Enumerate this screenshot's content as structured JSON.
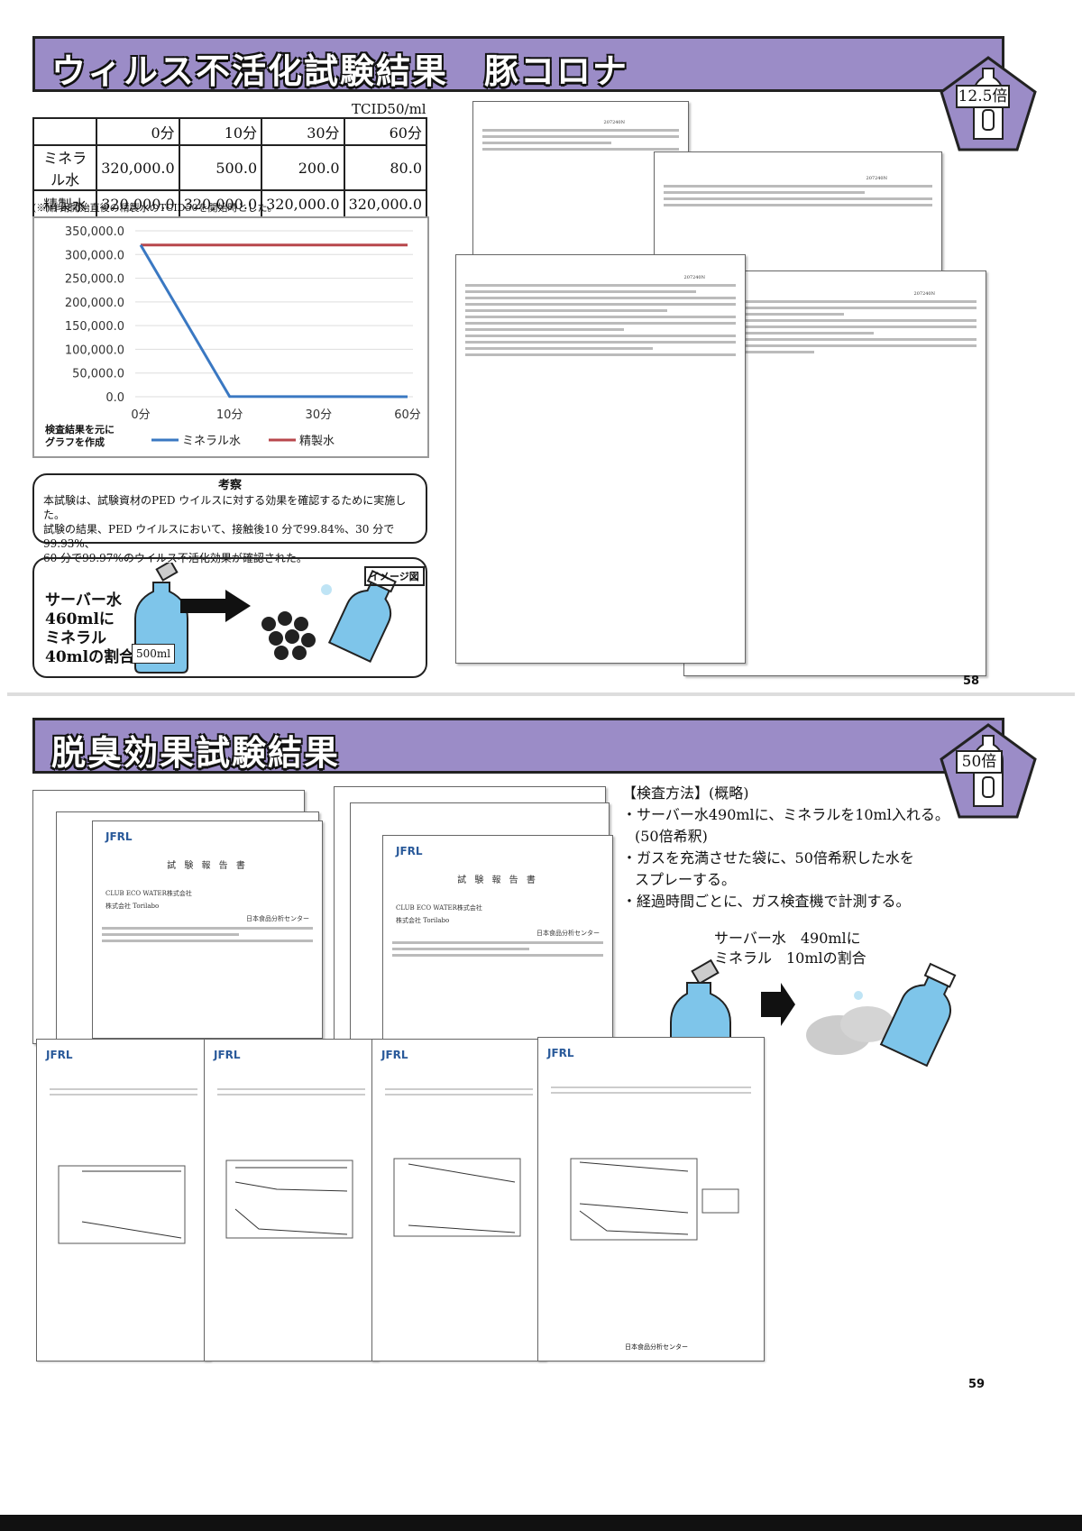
{
  "top": {
    "banner_title": "ウィルス不活化試験結果　豚コロナ",
    "ratio": "12.5倍",
    "unit_label": "TCID50/ml",
    "table": {
      "columns": [
        "",
        "0分",
        "10分",
        "30分",
        "60分"
      ],
      "rows": [
        {
          "label": "ミネラル水",
          "values": [
            "320,000.0",
            "500.0",
            "200.0",
            "80.0"
          ]
        },
        {
          "label": "精製水",
          "values": [
            "320,000.0",
            "320,000.0",
            "320,000.0",
            "320,000.0"
          ]
        }
      ]
    },
    "note": "(※)作用開始直後の精製水のTCID50を開始時とした。",
    "chart_caption_1": "検査結果を元に",
    "chart_caption_2": "グラフを作成",
    "consider_title": "考察",
    "consider_text_1": "本試験は、試験資材のPED ウイルスに対する効果を確認するために実施した。",
    "consider_text_2": "試験の結果、PED ウイルスにおいて、接触後10 分で99.84%、30 分で99.93%、",
    "consider_text_3": "60 分で99.97%のウイルス不活化効果が確認された。",
    "illus_text_1": "サーバー水",
    "illus_text_2": "460mlに",
    "illus_text_3": "ミネラル",
    "illus_text_4": "40mlの割合",
    "bottle_label": "500ml",
    "image_label": "イメージ図",
    "doc_code": "207240N",
    "page_number": "58"
  },
  "bottom": {
    "banner_title": "脱臭効果試験結果",
    "ratio": "50倍",
    "method_title": "【検査方法】(概略)",
    "method_1": "・サーバー水490mlに、ミネラルを10ml入れる。",
    "method_1b": "(50倍希釈)",
    "method_2": "・ガスを充満させた袋に、50倍希釈した水を",
    "method_2b": "スプレーする。",
    "method_3": "・経過時間ごとに、ガス検査機で計測する。",
    "ratio_text_1": "サーバー水　490mlに",
    "ratio_text_2": "ミネラル　10mlの割合",
    "report_logo": "JFRL",
    "report_title": "試 験 報 告 書",
    "report_client": "CLUB ECO WATER株式会社",
    "report_client2": "株式会社 Torilabo",
    "report_center": "日本食品分析センター",
    "page_number": "59"
  },
  "chart_data": {
    "type": "line",
    "categories": [
      "0分",
      "10分",
      "30分",
      "60分"
    ],
    "series": [
      {
        "name": "ミネラル水",
        "values": [
          320000,
          500,
          200,
          80
        ],
        "color": "#3a78c2"
      },
      {
        "name": "精製水",
        "values": [
          320000,
          320000,
          320000,
          320000
        ],
        "color": "#b8474c"
      }
    ],
    "yticks": [
      "350,000.0",
      "300,000.0",
      "250,000.0",
      "200,000.0",
      "150,000.0",
      "100,000.0",
      "50,000.0",
      "0.0"
    ],
    "ylim": [
      0,
      350000
    ],
    "grid": true,
    "legend": "bottom"
  }
}
